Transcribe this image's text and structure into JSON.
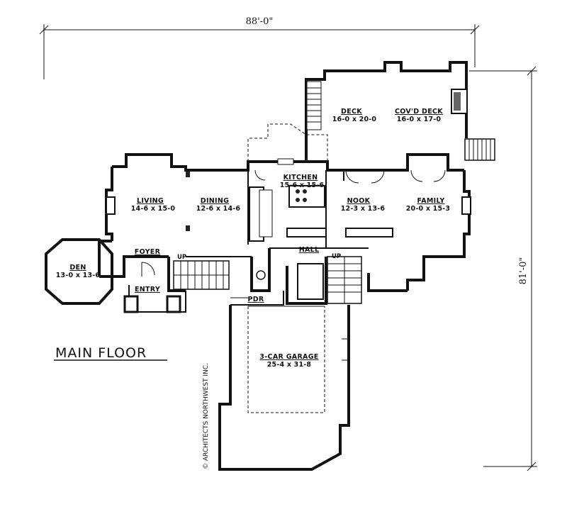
{
  "plan": {
    "title": "MAIN FLOOR",
    "width_dimension": "88'-0\"",
    "depth_dimension": "81'-0\"",
    "copyright": "© ARCHITECTS NORTHWEST INC.",
    "rooms": {
      "deck": {
        "name": "DECK",
        "dims": "16-0 x 20-0"
      },
      "covd_deck": {
        "name": "COV'D DECK",
        "dims": "16-0 x 17-0"
      },
      "kitchen": {
        "name": "KITCHEN",
        "dims": "15-6 x 15-6"
      },
      "living": {
        "name": "LIVING",
        "dims": "14-6 x 15-0"
      },
      "dining": {
        "name": "DINING",
        "dims": "12-6 x 14-6"
      },
      "nook": {
        "name": "NOOK",
        "dims": "12-3 x 13-6"
      },
      "family": {
        "name": "FAMILY",
        "dims": "20-0 x 15-3"
      },
      "foyer": {
        "name": "FOYER"
      },
      "den": {
        "name": "DEN",
        "dims": "13-0 x 13-6"
      },
      "entry": {
        "name": "ENTRY"
      },
      "hall": {
        "name": "HALL"
      },
      "pdr": {
        "name": "PDR"
      },
      "garage": {
        "name": "3-CAR GARAGE",
        "dims": "25-4 x 31-8"
      }
    },
    "stair_labels": {
      "up_left": "UP",
      "up_right": "UP"
    }
  }
}
